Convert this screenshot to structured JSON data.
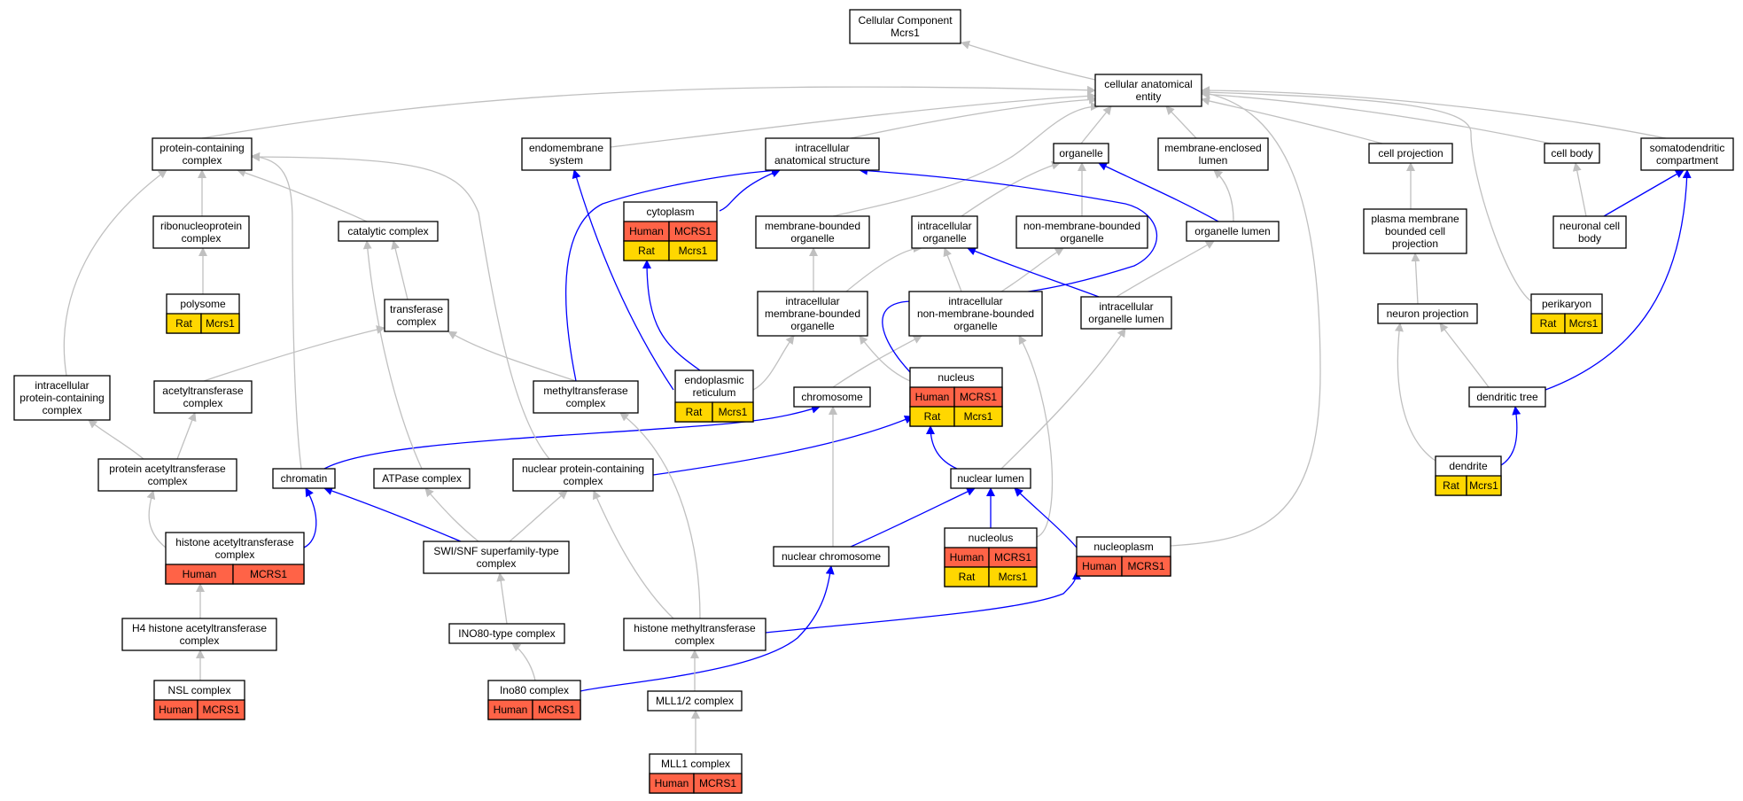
{
  "colors": {
    "is_a": "#c0c0c0",
    "part_of": "#0000ff",
    "human": "#ff6347",
    "rat": "#ffd700",
    "node_fill": "#ffffff",
    "border": "#000000"
  },
  "nodes": {
    "root": {
      "lines": [
        "Cellular Component",
        "Mcrs1"
      ]
    },
    "cae": {
      "lines": [
        "cellular anatomical",
        "entity"
      ]
    },
    "pcc": {
      "lines": [
        "protein-containing",
        "complex"
      ]
    },
    "endo": {
      "lines": [
        "endomembrane",
        "system"
      ]
    },
    "ias": {
      "lines": [
        "intracellular",
        "anatomical structure"
      ]
    },
    "organelle": {
      "lines": [
        "organelle"
      ]
    },
    "mel": {
      "lines": [
        "membrane-enclosed",
        "lumen"
      ]
    },
    "cellproj": {
      "lines": [
        "cell projection"
      ]
    },
    "cellbody": {
      "lines": [
        "cell body"
      ]
    },
    "somato": {
      "lines": [
        "somatodendritic",
        "compartment"
      ]
    },
    "rnp": {
      "lines": [
        "ribonucleoprotein",
        "complex"
      ]
    },
    "catalytic": {
      "lines": [
        "catalytic complex"
      ]
    },
    "cytoplasm": {
      "lines": [
        "cytoplasm"
      ],
      "rows": [
        [
          "Human",
          "MCRS1"
        ],
        [
          "Rat",
          "Mcrs1"
        ]
      ]
    },
    "mbo": {
      "lines": [
        "membrane-bounded",
        "organelle"
      ]
    },
    "io": {
      "lines": [
        "intracellular",
        "organelle"
      ]
    },
    "nmbo": {
      "lines": [
        "non-membrane-bounded",
        "organelle"
      ]
    },
    "olumen": {
      "lines": [
        "organelle lumen"
      ]
    },
    "pmbcp": {
      "lines": [
        "plasma membrane",
        "bounded cell",
        "projection"
      ]
    },
    "neuronal_cb": {
      "lines": [
        "neuronal cell",
        "body"
      ]
    },
    "polysome": {
      "lines": [
        "polysome"
      ],
      "rows": [
        [
          "Rat",
          "Mcrs1"
        ]
      ]
    },
    "transferase": {
      "lines": [
        "transferase",
        "complex"
      ]
    },
    "imbo": {
      "lines": [
        "intracellular",
        "membrane-bounded",
        "organelle"
      ]
    },
    "inmbo": {
      "lines": [
        "intracellular",
        "non-membrane-bounded",
        "organelle"
      ]
    },
    "iol": {
      "lines": [
        "intracellular",
        "organelle lumen"
      ]
    },
    "neuronproj": {
      "lines": [
        "neuron projection"
      ]
    },
    "perikaryon": {
      "lines": [
        "perikaryon"
      ],
      "rows": [
        [
          "Rat",
          "Mcrs1"
        ]
      ]
    },
    "ipcc": {
      "lines": [
        "intracellular",
        "protein-containing",
        "complex"
      ]
    },
    "acetyl": {
      "lines": [
        "acetyltransferase",
        "complex"
      ]
    },
    "methyl": {
      "lines": [
        "methyltransferase",
        "complex"
      ]
    },
    "er": {
      "lines": [
        "endoplasmic",
        "reticulum"
      ],
      "rows": [
        [
          "Rat",
          "Mcrs1"
        ]
      ]
    },
    "chromosome": {
      "lines": [
        "chromosome"
      ]
    },
    "nucleus": {
      "lines": [
        "nucleus"
      ],
      "rows": [
        [
          "Human",
          "MCRS1"
        ],
        [
          "Rat",
          "Mcrs1"
        ]
      ]
    },
    "dtree": {
      "lines": [
        "dendritic tree"
      ]
    },
    "pac": {
      "lines": [
        "protein acetyltransferase",
        "complex"
      ]
    },
    "chromatin": {
      "lines": [
        "chromatin"
      ]
    },
    "atpase": {
      "lines": [
        "ATPase complex"
      ]
    },
    "npcc": {
      "lines": [
        "nuclear protein-containing",
        "complex"
      ]
    },
    "nlumen": {
      "lines": [
        "nuclear lumen"
      ]
    },
    "dendrite": {
      "lines": [
        "dendrite"
      ],
      "rows": [
        [
          "Rat",
          "Mcrs1"
        ]
      ]
    },
    "hac": {
      "lines": [
        "histone acetyltransferase",
        "complex"
      ],
      "rows": [
        [
          "Human",
          "MCRS1"
        ]
      ]
    },
    "swisnf": {
      "lines": [
        "SWI/SNF superfamily-type",
        "complex"
      ]
    },
    "nchrom": {
      "lines": [
        "nuclear chromosome"
      ]
    },
    "nucleolus": {
      "lines": [
        "nucleolus"
      ],
      "rows": [
        [
          "Human",
          "MCRS1"
        ],
        [
          "Rat",
          "Mcrs1"
        ]
      ]
    },
    "nucleoplasm": {
      "lines": [
        "nucleoplasm"
      ],
      "rows": [
        [
          "Human",
          "MCRS1"
        ]
      ]
    },
    "h4hac": {
      "lines": [
        "H4 histone acetyltransferase",
        "complex"
      ]
    },
    "ino80type": {
      "lines": [
        "INO80-type complex"
      ]
    },
    "hmtc": {
      "lines": [
        "histone methyltransferase",
        "complex"
      ]
    },
    "nsl": {
      "lines": [
        "NSL complex"
      ],
      "rows": [
        [
          "Human",
          "MCRS1"
        ]
      ]
    },
    "ino80": {
      "lines": [
        "Ino80 complex"
      ],
      "rows": [
        [
          "Human",
          "MCRS1"
        ]
      ]
    },
    "mll12": {
      "lines": [
        "MLL1/2 complex"
      ]
    },
    "mll1": {
      "lines": [
        "MLL1 complex"
      ],
      "rows": [
        [
          "Human",
          "MCRS1"
        ]
      ]
    }
  }
}
